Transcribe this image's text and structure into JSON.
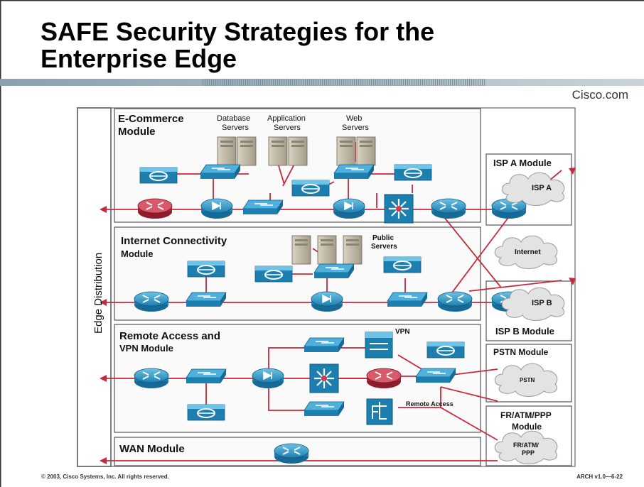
{
  "slide": {
    "title_line1": "SAFE Security Strategies for the",
    "title_line2": "Enterprise Edge",
    "brand": "Cisco.com",
    "copyright": "© 2003, Cisco Systems, Inc. All rights reserved.",
    "slide_id": "ARCH v1.0—6-22"
  },
  "diagram": {
    "edge_distribution": "Edge Distribution",
    "modules": {
      "ecommerce": {
        "line1": "E-Commerce",
        "line2": "Module"
      },
      "internet": {
        "line1": "Internet Connectivity",
        "line2": "Module"
      },
      "remote": {
        "line1": "Remote Access and",
        "line2": "VPN Module"
      },
      "wan": {
        "line1": "WAN Module"
      }
    },
    "server_labels": {
      "database": [
        "Database",
        "Servers"
      ],
      "application": [
        "Application",
        "Servers"
      ],
      "web": [
        "Web",
        "Servers"
      ],
      "public": [
        "Public",
        "Servers"
      ]
    },
    "vpn_label": "VPN",
    "remote_access_label": "Remote Access",
    "external": {
      "isp_a_module": "ISP A Module",
      "isp_a": "ISP A",
      "internet": "Internet",
      "isp_b": "ISP B",
      "isp_b_module": "ISP B Module",
      "pstn_module": "PSTN Module",
      "pstn": "PSTN",
      "fr_module_line1": "FR/ATM/PPP",
      "fr_module_line2": "Module",
      "fr_cloud_line1": "FR/ATM/",
      "fr_cloud_line2": "PPP"
    }
  }
}
